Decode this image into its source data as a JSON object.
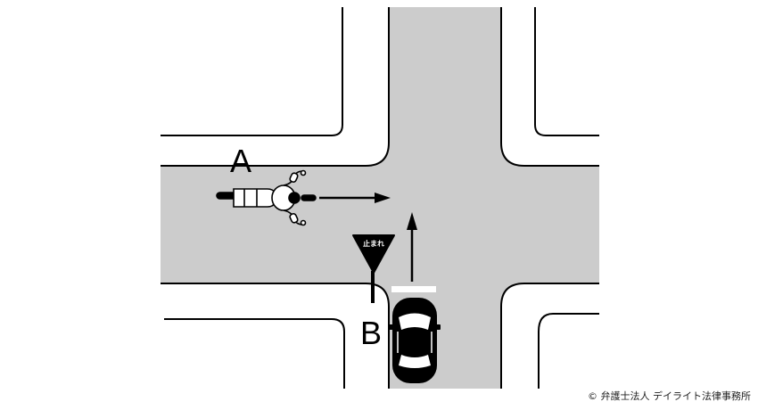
{
  "labels": {
    "vehicle_a": "A",
    "vehicle_b": "B",
    "stop_sign": "止まれ"
  },
  "copyright": "© 弁護士法人 デイライト法律事務所",
  "colors": {
    "road": "#cccccc",
    "curb": "#000000",
    "stop_line": "#ffffff",
    "car_body": "#000000",
    "motorcycle": "#ffffff"
  },
  "icons": {
    "motorcycle": "motorcycle-icon",
    "car": "car-icon",
    "stop_sign": "stop-sign-icon"
  }
}
